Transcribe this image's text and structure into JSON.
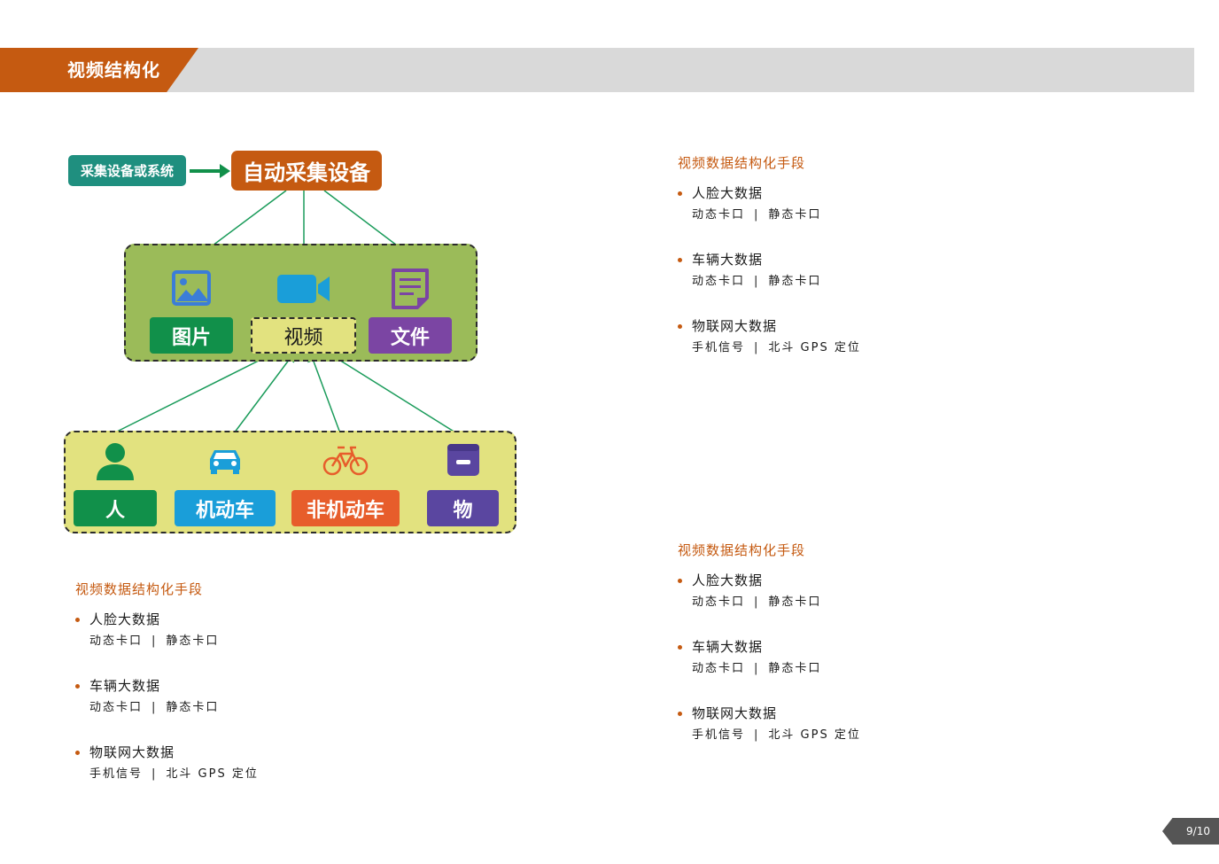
{
  "header": {
    "title": "视频结构化"
  },
  "diagram": {
    "source_label": "采集设备或系统",
    "auto_label": "自动采集设备",
    "media": {
      "image": "图片",
      "video": "视频",
      "file": "文件"
    },
    "subjects": {
      "person": "人",
      "motor": "机动车",
      "non_motor": "非机动车",
      "thing": "物"
    }
  },
  "sections": [
    {
      "title": "视频数据结构化手段",
      "items": [
        {
          "title": "人脸大数据",
          "sub_a": "动态卡口",
          "sub_sep": "|",
          "sub_b": "静态卡口"
        },
        {
          "title": "车辆大数据",
          "sub_a": "动态卡口",
          "sub_sep": "|",
          "sub_b": "静态卡口"
        },
        {
          "title": "物联网大数据",
          "sub_a": "手机信号",
          "sub_sep": "|",
          "sub_b": "北斗 GPS 定位"
        }
      ]
    },
    {
      "title": "视频数据结构化手段",
      "items": [
        {
          "title": "人脸大数据",
          "sub_a": "动态卡口",
          "sub_sep": "|",
          "sub_b": "静态卡口"
        },
        {
          "title": "车辆大数据",
          "sub_a": "动态卡口",
          "sub_sep": "|",
          "sub_b": "静态卡口"
        },
        {
          "title": "物联网大数据",
          "sub_a": "手机信号",
          "sub_sep": "|",
          "sub_b": "北斗 GPS 定位"
        }
      ]
    },
    {
      "title": "视频数据结构化手段",
      "items": [
        {
          "title": "人脸大数据",
          "sub_a": "动态卡口",
          "sub_sep": "|",
          "sub_b": "静态卡口"
        },
        {
          "title": "车辆大数据",
          "sub_a": "动态卡口",
          "sub_sep": "|",
          "sub_b": "静态卡口"
        },
        {
          "title": "物联网大数据",
          "sub_a": "手机信号",
          "sub_sep": "|",
          "sub_b": "北斗 GPS 定位"
        }
      ]
    }
  ],
  "page": {
    "number": "9/10"
  },
  "colors": {
    "accent": "#c55a11",
    "arrow": "#1a9b5a",
    "media_bg": "#9bbb59",
    "subject_bg": "#e2e27f"
  },
  "icons": [
    "image-icon",
    "video-camera-icon",
    "document-icon",
    "person-icon",
    "car-icon",
    "bicycle-icon",
    "box-icon"
  ]
}
